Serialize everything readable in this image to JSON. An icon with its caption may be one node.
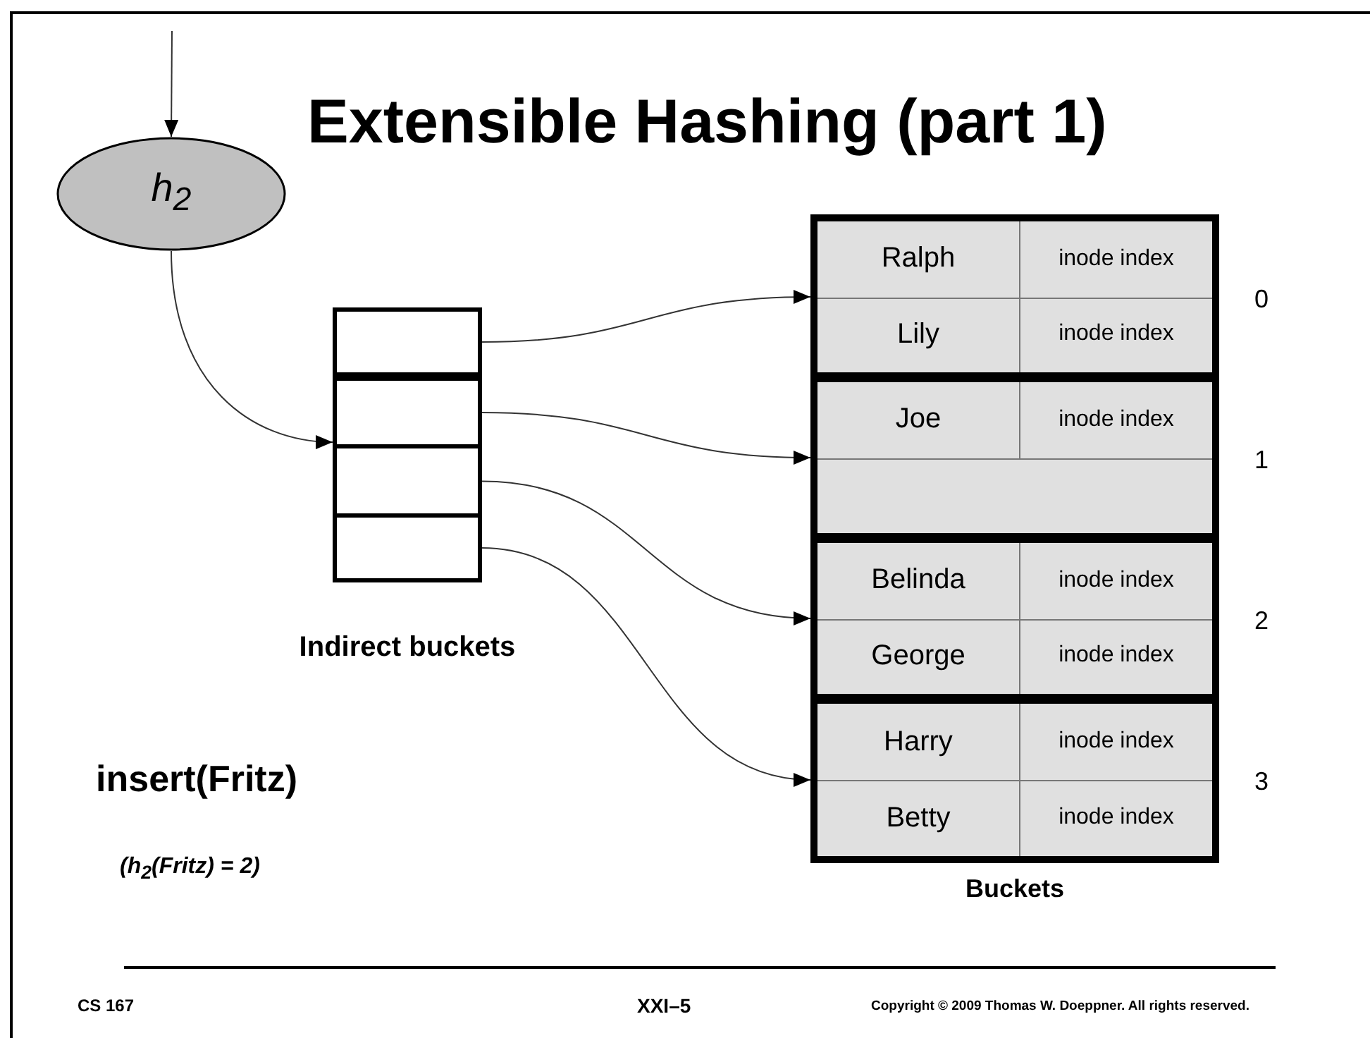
{
  "diagram": {
    "title": "Extensible Hashing (part 1)",
    "nodes": [
      {
        "text": [
          "h$_{2}$"
        ]
      },
      {
        "text": [
          "Indirect buckets"
        ]
      },
      {
        "text": [],
        "shape": "box",
        "in": 1
      },
      {
        "text": [],
        "shape": "box",
        "in": 1
      },
      {
        "text": [],
        "shape": "box",
        "in": 1
      },
      {
        "text": [],
        "shape": "box",
        "in": 1
      },
      {
        "text": [
          "Buckets"
        ]
      },
      {
        "text": [
          "Ralph",
          "inode index",
          "Lily",
          "inode index"
        ],
        "beside": [
          "0"
        ],
        "in": 6
      },
      {
        "text": [
          "Joe",
          "inode index"
        ],
        "beside": [
          "1"
        ],
        "in": 6
      },
      {
        "text": [
          "Belinda",
          "inode index",
          "George",
          "inode index"
        ],
        "beside": [
          "2"
        ],
        "in": 6
      },
      {
        "text": [
          "Harry",
          "inode index",
          "Betty",
          "inode index"
        ],
        "beside": [
          "3"
        ],
        "in": 6
      }
    ],
    "edges": [
      {
        "from": null,
        "to": 0,
        "arrow": "to"
      },
      {
        "from": 0,
        "to": 1,
        "arrow": "to"
      },
      {
        "from": 2,
        "to": 7,
        "arrow": "to"
      },
      {
        "from": 3,
        "to": 8,
        "arrow": "to"
      },
      {
        "from": 4,
        "to": 9,
        "arrow": "to"
      },
      {
        "from": 5,
        "to": 10,
        "arrow": "to"
      }
    ],
    "labels": [
      "insert(Fritz)",
      "(h$_{2}$(Fritz) = 2)",
      "CS 167",
      "XXI–5",
      "Copyright © 2009 Thomas W. Doeppner. All rights reserved."
    ]
  }
}
